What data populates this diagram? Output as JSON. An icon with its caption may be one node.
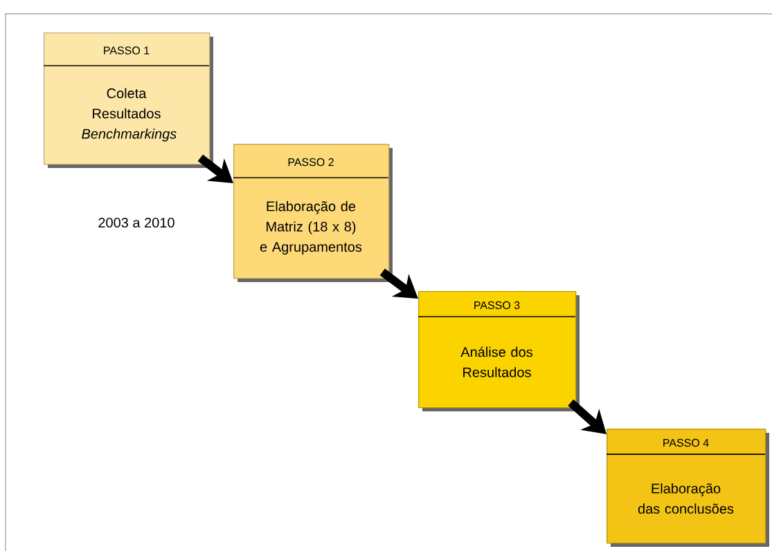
{
  "diagram": {
    "nodes": [
      {
        "text": [
          "PASSO 1",
          "Coleta Resultados *Benchmarkings*"
        ]
      },
      {
        "text": [
          "PASSO 2",
          "Elaboração de Matriz (18 x 8) e Agrupamentos"
        ]
      },
      {
        "text": [
          "PASSO 3",
          "Análise dos Resultados"
        ]
      },
      {
        "text": [
          "PASSO 4",
          "Elaboração das conclusões"
        ]
      }
    ],
    "edges": [
      {
        "from": 0,
        "to": 1,
        "arrow": "to"
      },
      {
        "from": 1,
        "to": 2,
        "arrow": "to"
      },
      {
        "from": 2,
        "to": 3,
        "arrow": "to"
      }
    ],
    "labels": [
      "2003 a 2010"
    ]
  }
}
